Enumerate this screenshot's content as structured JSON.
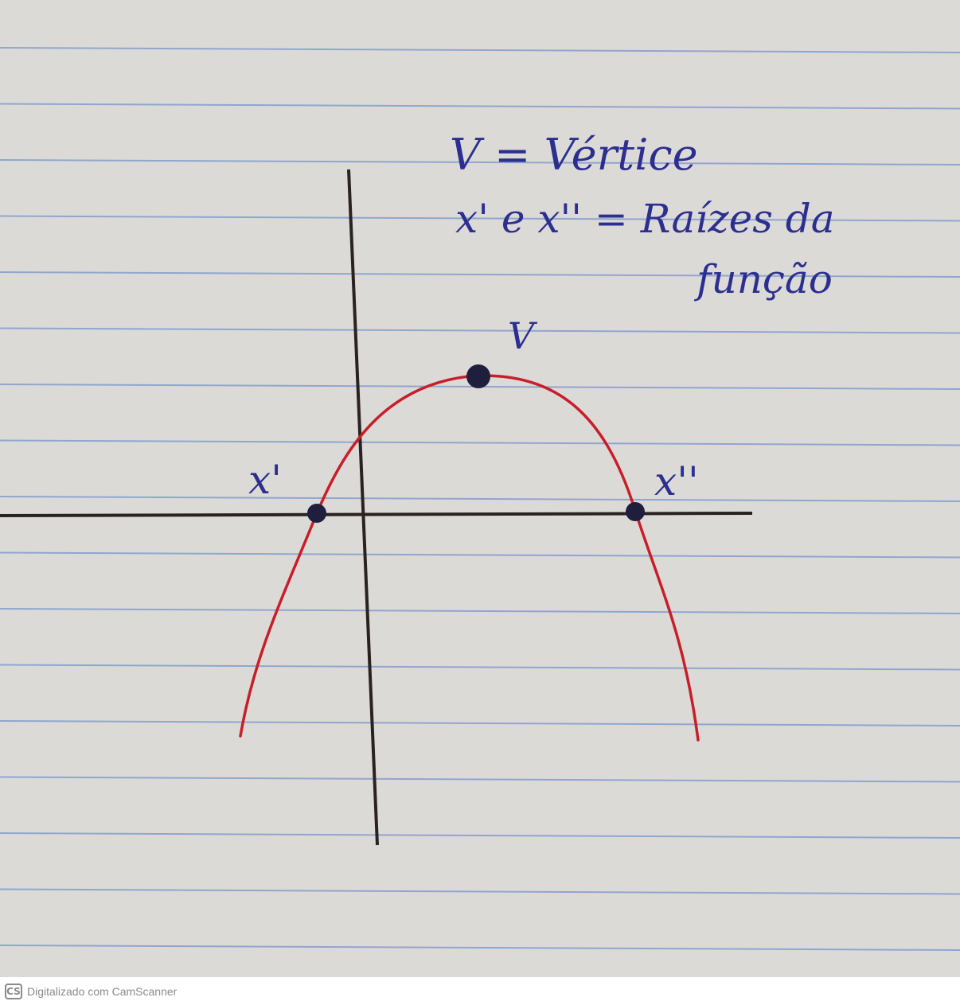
{
  "legend": {
    "line1": "V = Vértice",
    "line2": "x' e x'' = Raízes da",
    "line3": "função"
  },
  "labels": {
    "vertex": "V",
    "root_left": "x'",
    "root_right": "x''"
  },
  "footer": {
    "logo": "CS",
    "text": "Digitalizado com CamScanner"
  },
  "colors": {
    "ink": "#2b2f8f",
    "curve": "#c81e2a",
    "axis": "#2a2222",
    "ruled_line": "#8fa6cf"
  }
}
